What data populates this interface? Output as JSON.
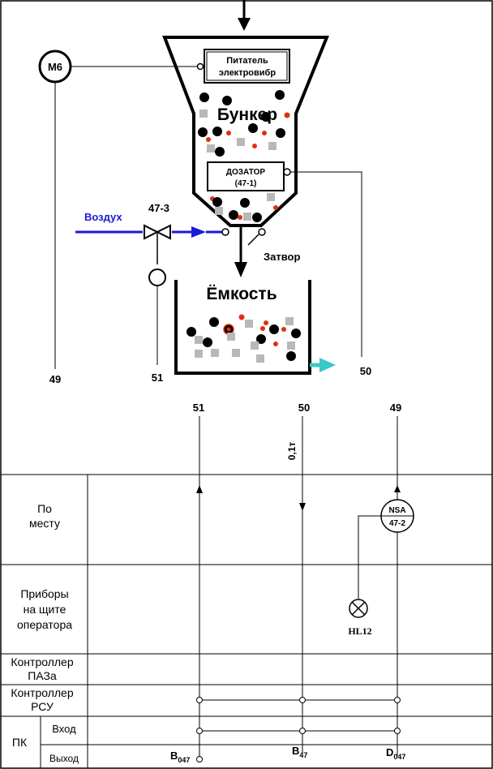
{
  "motor": {
    "label": "M6"
  },
  "feeder": {
    "line1": "Питатель",
    "line2": "электровибр"
  },
  "bunker": {
    "label": "Бункер"
  },
  "dosator": {
    "line1": "ДОЗАТОР",
    "line2": "(47-1)"
  },
  "air": {
    "label": "Воздух"
  },
  "valve": {
    "label": "47-3"
  },
  "gate": {
    "label": "Затвор"
  },
  "tank": {
    "label": "Ёмкость"
  },
  "lines": {
    "n49": "49",
    "n51": "51",
    "n50": "50"
  },
  "signals": {
    "top51": "51",
    "top50": "50",
    "top49": "49",
    "setpoint": "0,1т"
  },
  "nsa": {
    "line1": "NSA",
    "line2": "47-2"
  },
  "lamp": {
    "label": "HL12"
  },
  "table": {
    "row1": [
      "По",
      "месту"
    ],
    "row2": [
      "Приборы",
      "на щите",
      "оператора"
    ],
    "row3": [
      "Контроллер",
      "ПАЗа"
    ],
    "row4": [
      "Контроллер",
      "РСУ"
    ],
    "pk": "ПК",
    "in": "Вход",
    "out": "Выход"
  },
  "outputs": {
    "b047": {
      "main": "B",
      "sub": "047"
    },
    "b47": {
      "main": "B",
      "sub": "47"
    },
    "d047": {
      "main": "D",
      "sub": "047"
    }
  },
  "colors": {
    "air": "#1a1ad6",
    "outflow": "#3cc7c7",
    "particle_red": "#e03010",
    "particle_gray": "#b8b8b8"
  }
}
